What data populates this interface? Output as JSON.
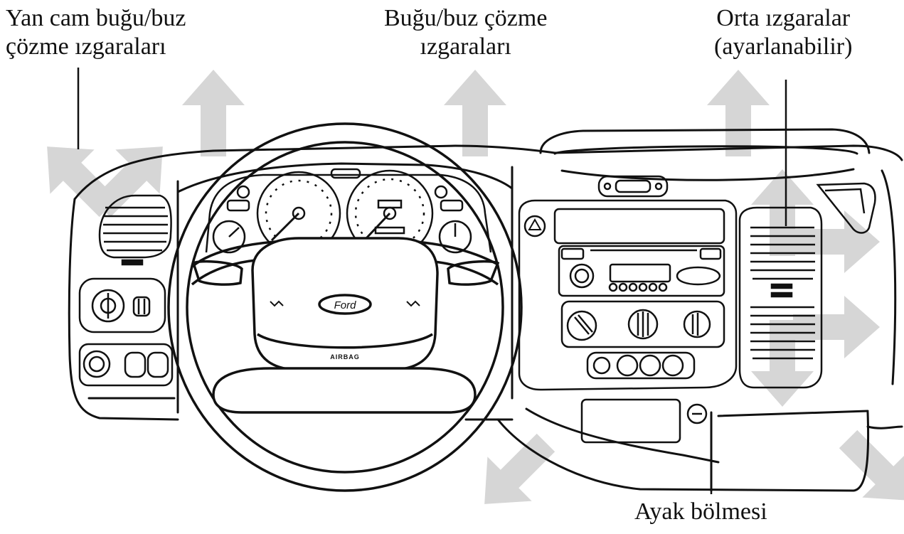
{
  "labels": {
    "side_vents": {
      "line1": "Yan cam buğu/buz",
      "line2": "çözme ızgaraları"
    },
    "defrost_vents": {
      "line1": "Buğu/buz çözme",
      "line2": "ızgaraları"
    },
    "center_vents": {
      "line1": "Orta ızgaralar",
      "line2": "(ayarlanabilir)"
    },
    "footwell": "Ayak bölmesi"
  },
  "steering_wheel": {
    "brand": "Ford",
    "airbag_text": "AIRBAG"
  },
  "colors": {
    "line": "#111111",
    "arrow": "#d6d6d6",
    "background": "#ffffff"
  }
}
